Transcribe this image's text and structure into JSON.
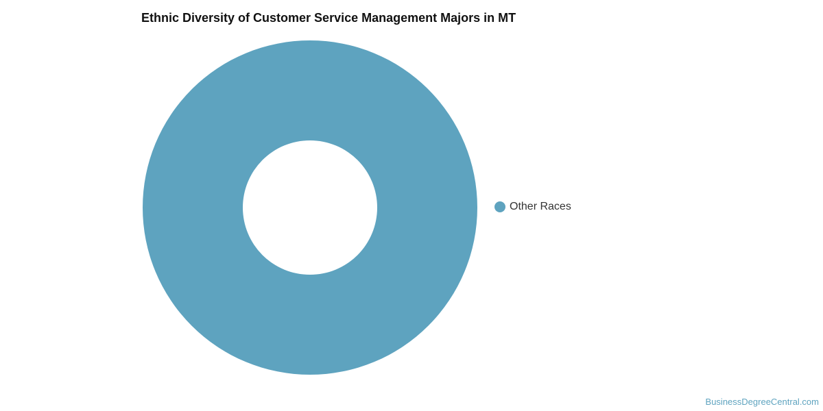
{
  "chart_data": {
    "type": "pie",
    "title": "Ethnic Diversity of Customer Service Management Majors in MT",
    "donut": true,
    "legend_position": "right",
    "slices": [
      {
        "label": "Other Races",
        "value": 100,
        "color": "#5ea3bf"
      }
    ]
  },
  "footer": {
    "watermark": "BusinessDegreeCentral.com"
  }
}
